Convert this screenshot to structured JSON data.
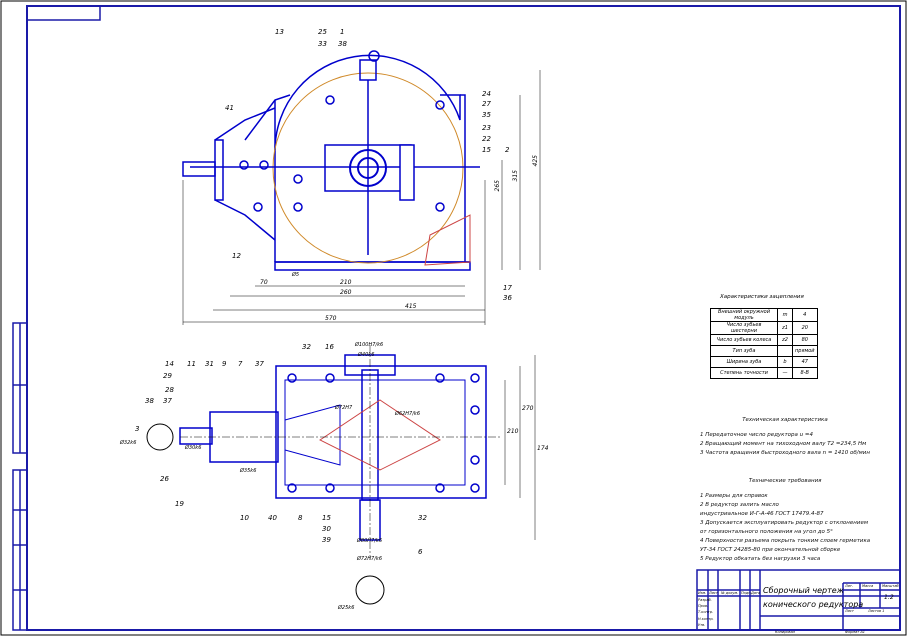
{
  "colors": {
    "frame": "#1a1aa8",
    "outline": "#0000cc",
    "gear": "#d08a2a",
    "hatch": "#cc4444"
  },
  "characteristics": {
    "title": "Характеристики зацепления",
    "rows": [
      {
        "name": "Внешний окружной модуль",
        "symbol": "m",
        "value": "4"
      },
      {
        "name": "Число зубьев шестерни",
        "symbol": "z1",
        "value": "20"
      },
      {
        "name": "Число зубьев колеса",
        "symbol": "z2",
        "value": "80"
      },
      {
        "name": "Тип зуба",
        "symbol": "",
        "value": "прямой"
      },
      {
        "name": "Ширина зуба",
        "symbol": "b",
        "value": "47"
      },
      {
        "name": "Степень точности",
        "symbol": "—",
        "value": "8-В"
      }
    ]
  },
  "tech_characteristics": {
    "title": "Техническая характеристика",
    "items": [
      "1 Передаточное число редуктора u =4",
      "2 Вращающий момент на тихоходном валу T2 =234,5 Нм",
      "3 Частота вращения быстроходного вала n = 1410 об/мин"
    ]
  },
  "tech_requirements": {
    "title": "Технические требования",
    "items": [
      "1 Размеры для справок",
      "2 В редуктор залить масло",
      "индустриальное И-Г-А-46 ГОСТ 17479.4-87",
      "3 Допускается эксплуатировать редуктор с отклонением",
      "от горизонтального положения на угол до 5°",
      "4 Поверхности разъема покрыть тонким слоем герметика",
      "УТ-34 ГОСТ 24285-80 при окончательной сборке",
      "5 Редуктор обкатать без нагрузки 3 часа"
    ]
  },
  "title_block": {
    "title_line1": "Сборочный чертеж",
    "title_line2": "конического редуктора",
    "lit_label": "Лит.",
    "mass_label": "Масса",
    "scale_label": "Масштаб",
    "scale": "1:2",
    "sheet_label": "Лист",
    "sheets_label": "Листов 1",
    "col_izm": "Изм.",
    "col_list": "Лист",
    "col_doc": "№ докум.",
    "col_sign": "Подп.",
    "col_date": "Дата",
    "dev_label": "Разраб.",
    "check_label": "Пров.",
    "tcontrol_label": "Т.контр.",
    "ncontrol_label": "Н.контр.",
    "approve_label": "Утв.",
    "copied": "Копировал",
    "format": "Формат A1"
  },
  "dimensions": {
    "front": [
      "570",
      "415",
      "260",
      "210",
      "70",
      "425",
      "315",
      "265",
      "Ø5"
    ],
    "plan": [
      "Ø100H7/k6",
      "Ø40k6",
      "Ø62H7/k6",
      "Ø30k6",
      "Ø35k6",
      "Ø72H7",
      "Ø80H7/k6",
      "Ø72H7/k6",
      "270",
      "210",
      "174",
      "Ø32k6",
      "Ø25k6"
    ]
  },
  "part_labels": {
    "front": [
      "13",
      "25",
      "33",
      "1",
      "38",
      "24",
      "27",
      "35",
      "23",
      "22",
      "15",
      "2",
      "41",
      "12",
      "17",
      "36"
    ],
    "plan": [
      "32",
      "16",
      "14",
      "11",
      "31",
      "9",
      "7",
      "37",
      "29",
      "28",
      "38",
      "37",
      "3",
      "26",
      "19",
      "10",
      "40",
      "8",
      "15",
      "30",
      "39",
      "32",
      "6"
    ]
  }
}
